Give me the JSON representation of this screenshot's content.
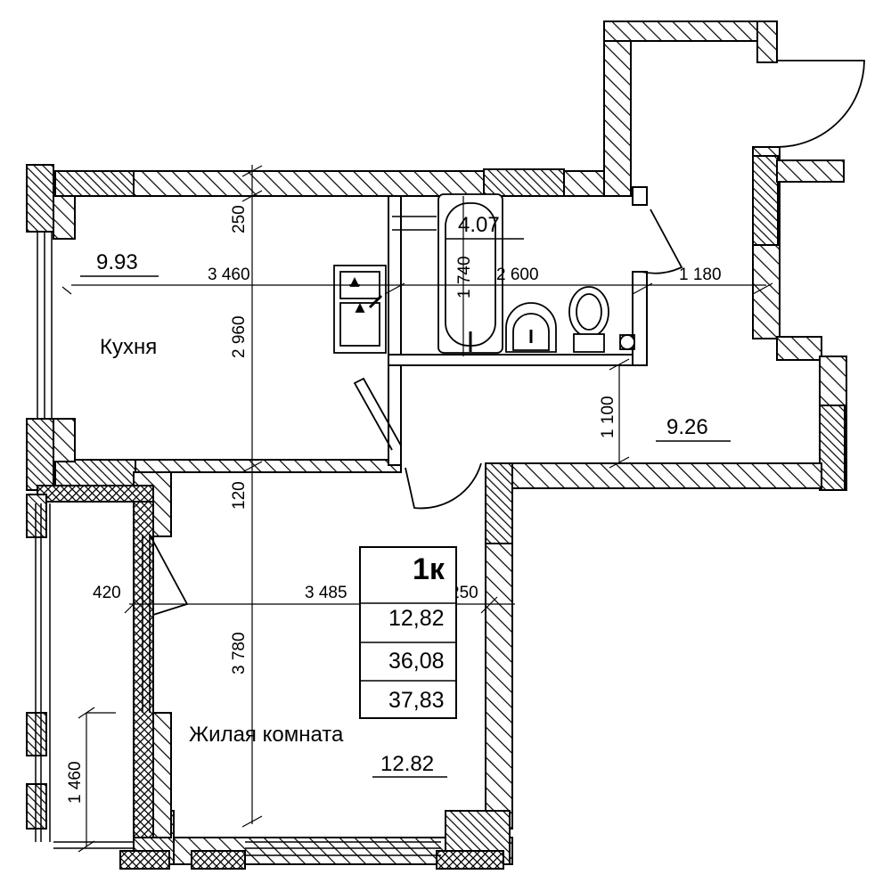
{
  "rooms": {
    "kitchen": {
      "name": "Кухня",
      "area": "9.93"
    },
    "bathroom": {
      "area": "4.07"
    },
    "hall": {
      "area": "9.26"
    },
    "living": {
      "name": "Жилая комната",
      "area": "12.82"
    }
  },
  "summary": {
    "type": "1к",
    "living_area": "12,82",
    "total_area": "36,08",
    "full_area": "37,83"
  },
  "dimensions": {
    "kitchen_width": "3 460",
    "bath_width": "2 600",
    "hall_width": "1 180",
    "wall_top": "250",
    "kitchen_depth": "2 960",
    "bath_depth": "1 740",
    "hall_depth": "1 100",
    "wall_mid": "120",
    "balcony_width": "420",
    "living_width": "3 485",
    "wall_right": "250",
    "living_depth": "3 780",
    "balcony_length": "1 460"
  }
}
